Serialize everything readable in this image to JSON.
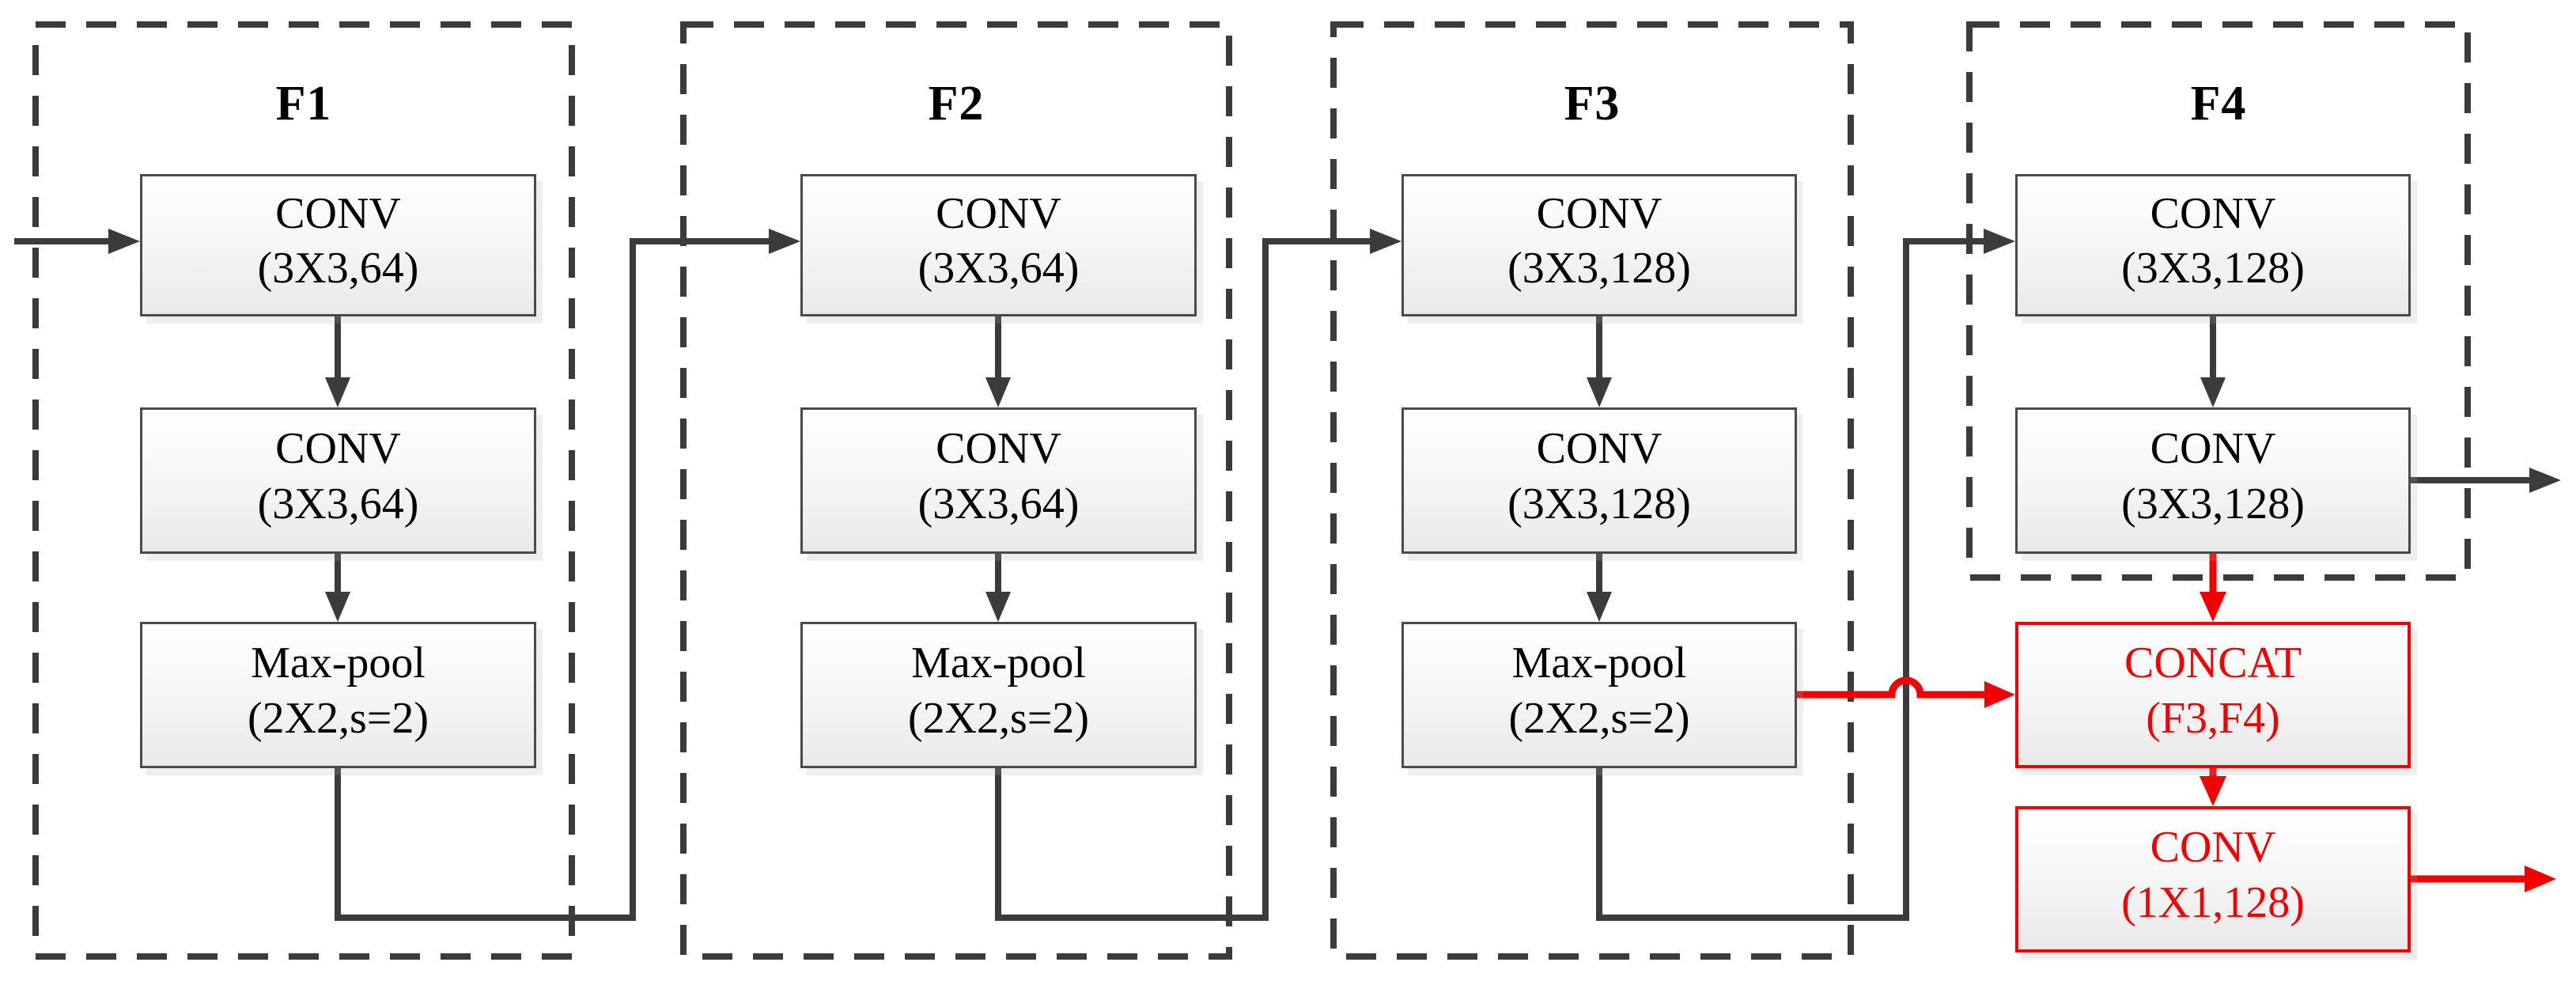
{
  "colors": {
    "flow_line": "#3b3b3b",
    "dashed_border": "#3b3b3b",
    "box_border": "#4a4a4a",
    "highlight_red": "#f50000",
    "box_fill_top": "#ffffff",
    "box_fill_bottom": "#e9e9e9",
    "text": "#000000"
  },
  "groups": [
    {
      "label": "F1",
      "boxes": [
        {
          "line1": "CONV",
          "line2": "(3X3,64)"
        },
        {
          "line1": "CONV",
          "line2": "(3X3,64)"
        },
        {
          "line1": "Max-pool",
          "line2": "(2X2,s=2)"
        }
      ]
    },
    {
      "label": "F2",
      "boxes": [
        {
          "line1": "CONV",
          "line2": "(3X3,64)"
        },
        {
          "line1": "CONV",
          "line2": "(3X3,64)"
        },
        {
          "line1": "Max-pool",
          "line2": "(2X2,s=2)"
        }
      ]
    },
    {
      "label": "F3",
      "boxes": [
        {
          "line1": "CONV",
          "line2": "(3X3,128)"
        },
        {
          "line1": "CONV",
          "line2": "(3X3,128)"
        },
        {
          "line1": "Max-pool",
          "line2": "(2X2,s=2)"
        }
      ]
    },
    {
      "label": "F4",
      "boxes": [
        {
          "line1": "CONV",
          "line2": "(3X3,128)"
        },
        {
          "line1": "CONV",
          "line2": "(3X3,128)"
        }
      ]
    }
  ],
  "fusion": {
    "concat": {
      "line1": "CONCAT",
      "line2": "(F3,F4)"
    },
    "conv": {
      "line1": "CONV",
      "line2": "(1X1,128)"
    }
  }
}
